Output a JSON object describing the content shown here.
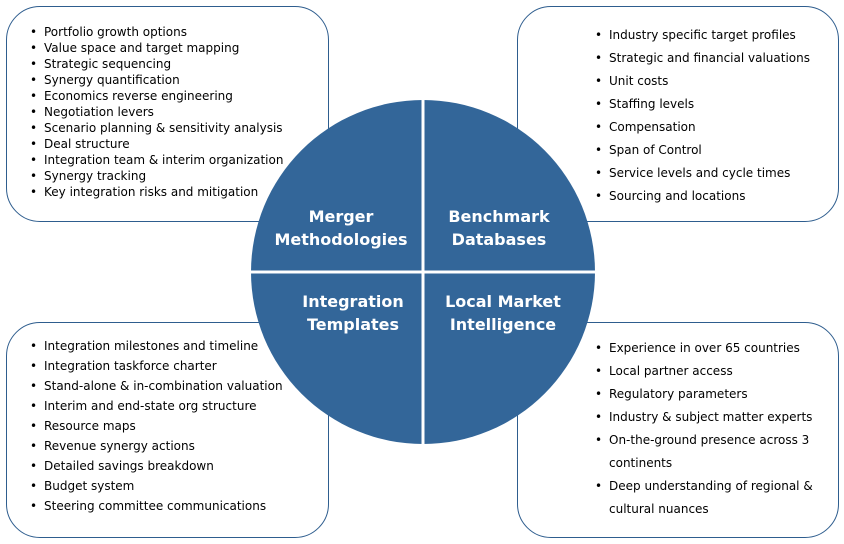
{
  "colors": {
    "quadrant_fill": "#336699",
    "divider": "#ffffff",
    "box_border": "#2e5d8e"
  },
  "quadrants": {
    "top_left": {
      "line1": "Merger",
      "line2": "Methodologies"
    },
    "top_right": {
      "line1": "Benchmark",
      "line2": "Databases"
    },
    "bottom_left": {
      "line1": "Integration",
      "line2": "Templates"
    },
    "bottom_right": {
      "line1": "Local Market",
      "line2": "Intelligence"
    }
  },
  "boxes": {
    "top_left": [
      "Portfolio growth options",
      "Value space and target mapping",
      "Strategic sequencing",
      "Synergy quantification",
      "Economics reverse engineering",
      "Negotiation levers",
      "Scenario planning & sensitivity analysis",
      "Deal structure",
      "Integration team & interim organization",
      "Synergy tracking",
      "Key integration risks and mitigation"
    ],
    "top_right": [
      "Industry specific target profiles",
      "Strategic and financial valuations",
      "Unit costs",
      "Staffing levels",
      "Compensation",
      "Span of Control",
      "Service levels and cycle times",
      "Sourcing and locations"
    ],
    "bottom_left": [
      "Integration milestones and timeline",
      "Integration taskforce charter",
      "Stand-alone & in-combination valuation",
      "Interim and end-state org structure",
      "Resource maps",
      "Revenue synergy actions",
      "Detailed savings breakdown",
      "Budget system",
      "Steering committee communications"
    ],
    "bottom_right": [
      "Experience in over 65 countries",
      "Local partner access",
      "Regulatory parameters",
      "Industry & subject matter experts",
      "On-the-ground presence across 3 continents",
      "Deep understanding of regional & cultural nuances"
    ]
  }
}
